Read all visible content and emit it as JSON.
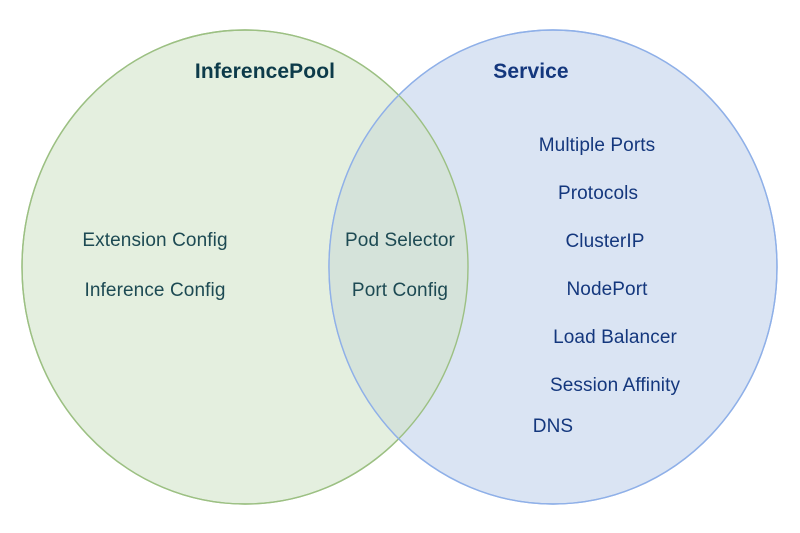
{
  "diagram": {
    "type": "venn",
    "sets": [
      {
        "id": "inferencepool",
        "title": "InferencePool",
        "fill": "#e4efdf",
        "stroke": "#9cc083",
        "title_color": "#0d3b4a",
        "text_color": "#1d4a53",
        "items": [
          "Extension Config",
          "Inference Config"
        ]
      },
      {
        "id": "service",
        "title": "Service",
        "fill": "#d7e2f2",
        "stroke": "#8fb0e8",
        "title_color": "#14377d",
        "text_color": "#14377d",
        "items": [
          "Multiple Ports",
          "Protocols",
          "ClusterIP",
          "NodePort",
          "Load Balancer",
          "Session Affinity",
          "DNS"
        ]
      }
    ],
    "intersection": {
      "id": "inferencepool-and-service",
      "fill": "#d5e3da",
      "text_color": "#1d4a53",
      "items": [
        "Pod Selector",
        "Port Config"
      ]
    },
    "background": "#ffffff"
  }
}
